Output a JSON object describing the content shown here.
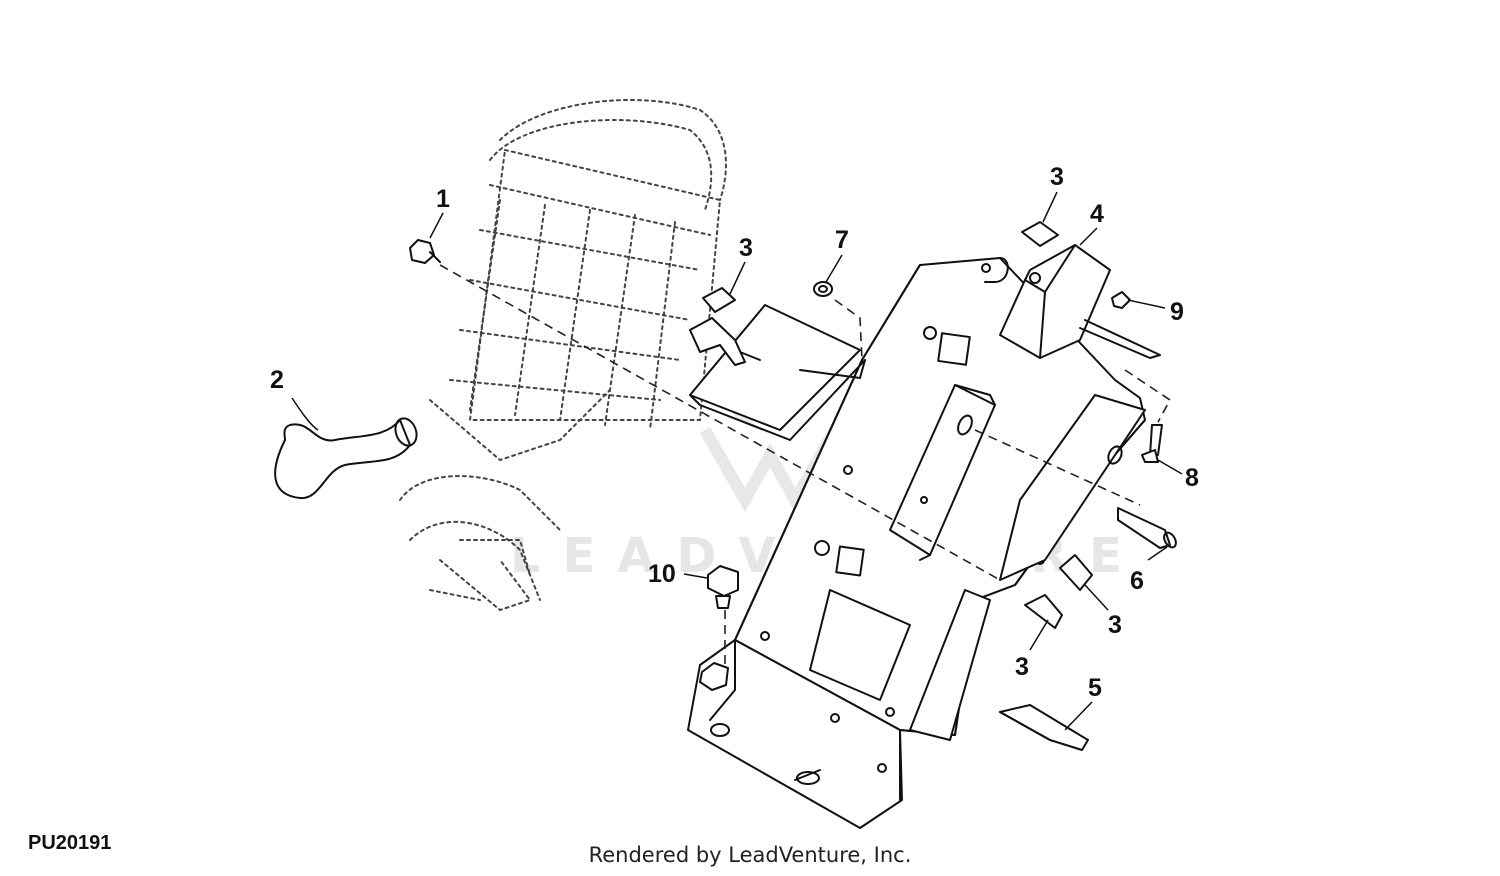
{
  "watermark": "LEADVENTURE",
  "diagram_id": "PU20191",
  "credit": "Rendered by LeadVenture, Inc.",
  "callouts": [
    {
      "id": "c1",
      "label": "1"
    },
    {
      "id": "c2",
      "label": "2"
    },
    {
      "id": "c3a",
      "label": "3"
    },
    {
      "id": "c3b",
      "label": "3"
    },
    {
      "id": "c3c",
      "label": "3"
    },
    {
      "id": "c3d",
      "label": "3"
    },
    {
      "id": "c4",
      "label": "4"
    },
    {
      "id": "c5",
      "label": "5"
    },
    {
      "id": "c6",
      "label": "6"
    },
    {
      "id": "c7",
      "label": "7"
    },
    {
      "id": "c8",
      "label": "8"
    },
    {
      "id": "c9",
      "label": "9"
    },
    {
      "id": "c10",
      "label": "10"
    }
  ]
}
